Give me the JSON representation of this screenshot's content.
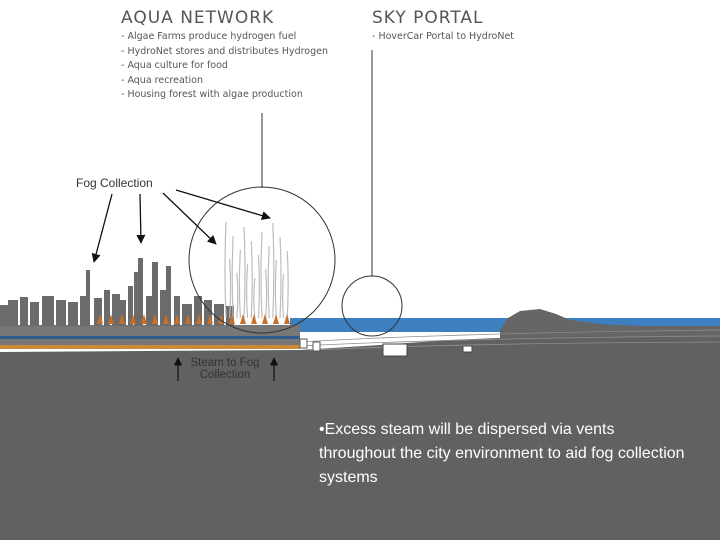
{
  "aqua_network": {
    "title": "AQUA NETWORK",
    "items": [
      "- Algae Farms produce hydrogen fuel",
      "- HydroNet stores and distributes Hydrogen",
      "- Aqua culture for food",
      "- Aqua recreation",
      "- Housing forest with algae production"
    ]
  },
  "sky_portal": {
    "title": "SKY PORTAL",
    "items": [
      "- HoverCar Portal to HydroNet"
    ]
  },
  "labels": {
    "fog_collection": "Fog Collection",
    "steam_to_fog_line1": "Steam to Fog",
    "steam_to_fog_line2": "Collection"
  },
  "bullet_text": "•Excess steam will be dispersed via vents throughout the city environment to aid fog collection systems",
  "colors": {
    "ground": "#616161",
    "water": "#3d7fbf",
    "buildings": "#6b6b6b",
    "pipe": "#c98a3c",
    "vent_arrows": "#c8702a",
    "caption_text": "#ffffff"
  }
}
